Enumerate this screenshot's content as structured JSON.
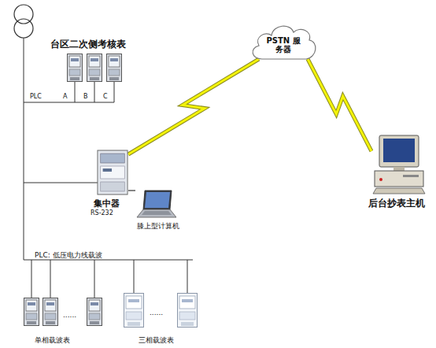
{
  "diagram": {
    "nodes": [
      {
        "text": [
          "PSTN 服务器"
        ]
      },
      {
        "text": [
          "集中器"
        ]
      },
      {
        "text": [
          "膝上型计算机"
        ]
      },
      {
        "text": [
          "后台抄表主机"
        ]
      }
    ],
    "edges": [
      {
        "from": 1,
        "to": 0,
        "arrow": "none"
      },
      {
        "from": 0,
        "to": 3,
        "arrow": "none"
      },
      {
        "from": 1,
        "to": 2,
        "label": "RS-232",
        "arrow": "none"
      }
    ],
    "labels": [
      "台区二次侧考核表",
      "PLC",
      "A",
      "B",
      "C",
      "PLC: 低压电力线载波",
      "......",
      "......",
      "单相载波表",
      "三相载波表"
    ]
  }
}
